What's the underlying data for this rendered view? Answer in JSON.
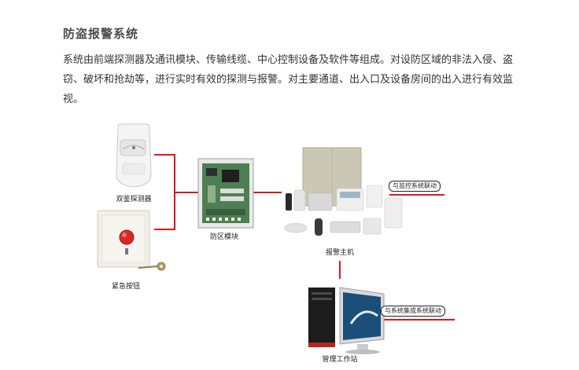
{
  "heading": "防盗报警系统",
  "description": "系统由前端探测器及通讯模块、传输线缆、中心控制设备及软件等组成。对设防区域的非法入侵、盗窃、破坏和抢劫等，进行实时有效的探测与报警。对主要通道、出入口及设备房间的出入进行有效监视。",
  "diagram": {
    "nodes": {
      "detector": {
        "label": "双鉴探测器",
        "icon": "motion-detector-icon"
      },
      "emergency_button": {
        "label": "紧急按钮",
        "icon": "emergency-button-icon"
      },
      "zone_module": {
        "label": "防区模块",
        "icon": "circuit-board-icon"
      },
      "alarm_host": {
        "label": "报警主机",
        "icon": "alarm-panel-icon"
      },
      "workstation": {
        "label": "管理工作站",
        "icon": "computer-icon"
      }
    },
    "callouts": {
      "cctv_linkage": "与监控系统联动",
      "integration_linkage": "与系统集成系统联动"
    },
    "colors": {
      "connector": "#d71920",
      "callout_border": "#222222"
    }
  }
}
